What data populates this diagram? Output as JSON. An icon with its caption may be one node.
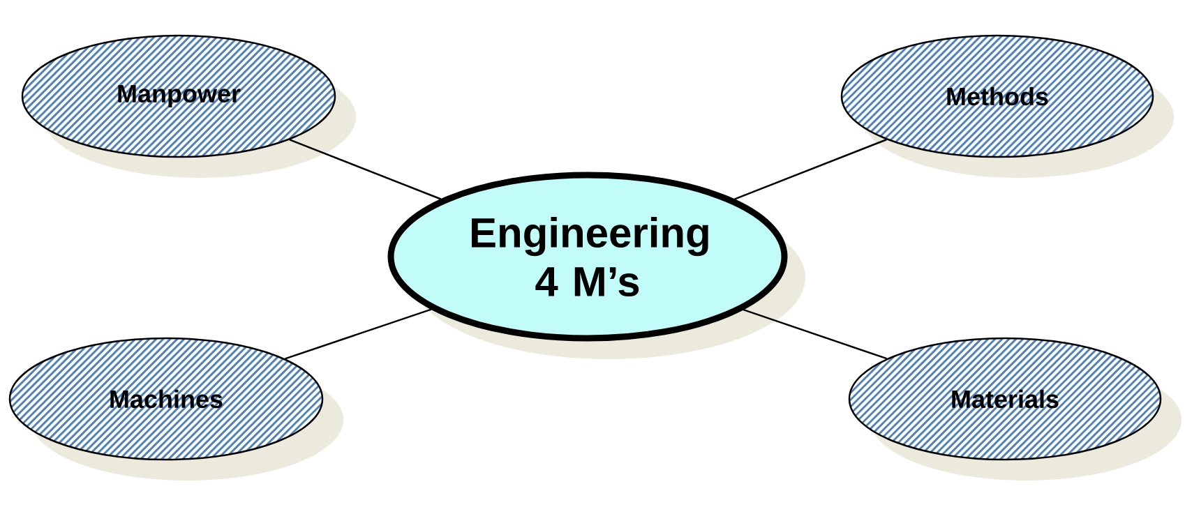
{
  "diagram": {
    "nodes": [
      {
        "text": [
          "Manpower"
        ]
      },
      {
        "text": [
          "Methods"
        ]
      },
      {
        "text": [
          "Engineering 4 M’s"
        ]
      },
      {
        "text": [
          "Machines"
        ]
      },
      {
        "text": [
          "Materials"
        ]
      }
    ],
    "edges": [
      {
        "from": 0,
        "to": 2,
        "arrow": "none"
      },
      {
        "from": 1,
        "to": 2,
        "arrow": "none"
      },
      {
        "from": 3,
        "to": 2,
        "arrow": "none"
      },
      {
        "from": 4,
        "to": 2,
        "arrow": "none"
      }
    ]
  }
}
